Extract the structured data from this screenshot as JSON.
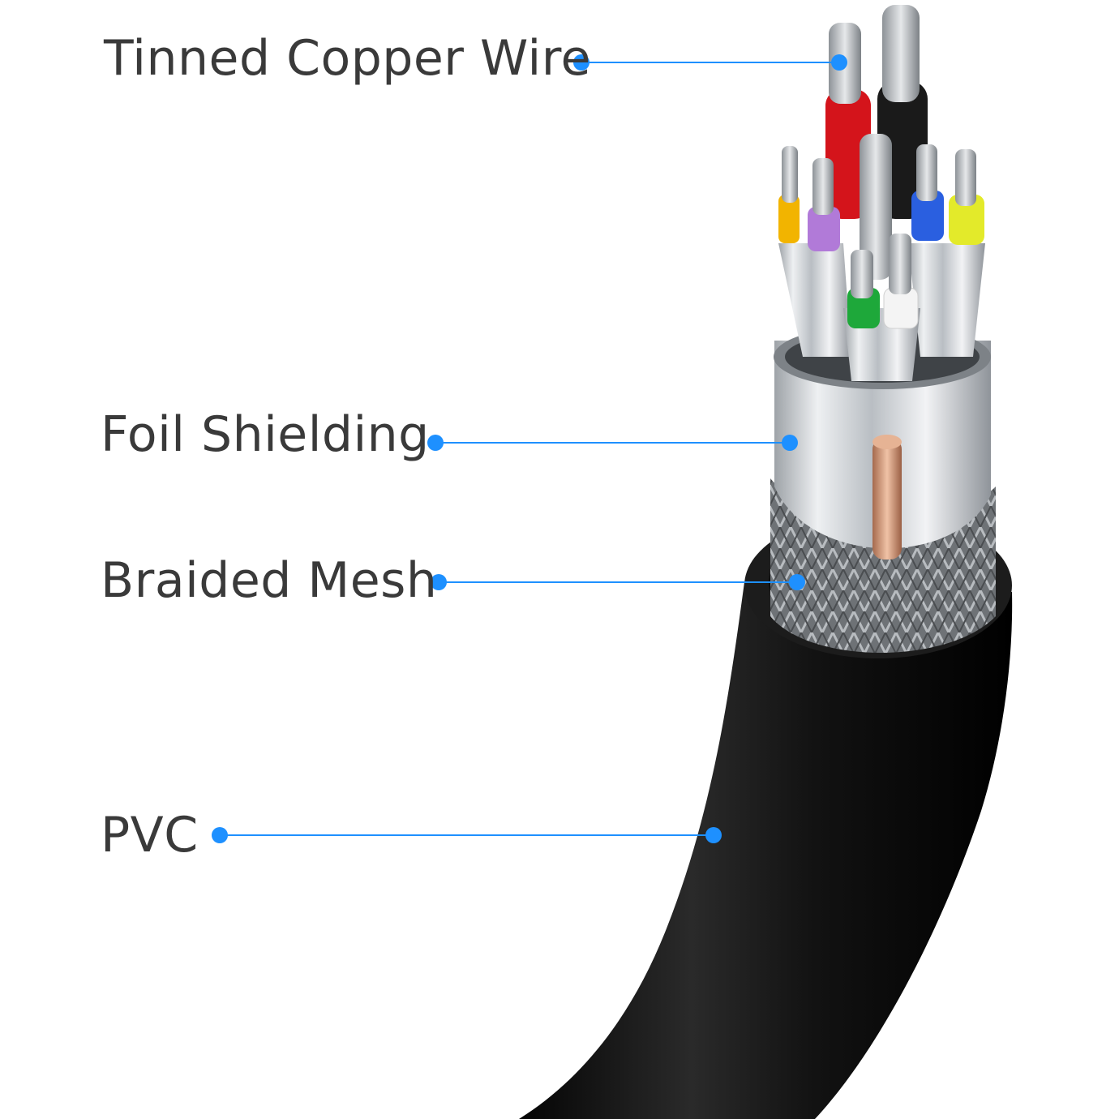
{
  "labels": {
    "tinned_copper_wire": "Tinned Copper Wire",
    "foil_shielding": "Foil Shielding",
    "braided_mesh": "Braided Mesh",
    "pvc": "PVC"
  },
  "colors": {
    "label_text": "#3a3a3a",
    "leader_line": "#1e90ff",
    "jacket": "#151515",
    "foil": "#c9ccd0",
    "braid": "#8c8f93",
    "copper": "#c98a6a"
  },
  "wire_insulation_colors": [
    "red",
    "black",
    "yellow",
    "purple",
    "blue",
    "yellow-green",
    "green",
    "white"
  ]
}
